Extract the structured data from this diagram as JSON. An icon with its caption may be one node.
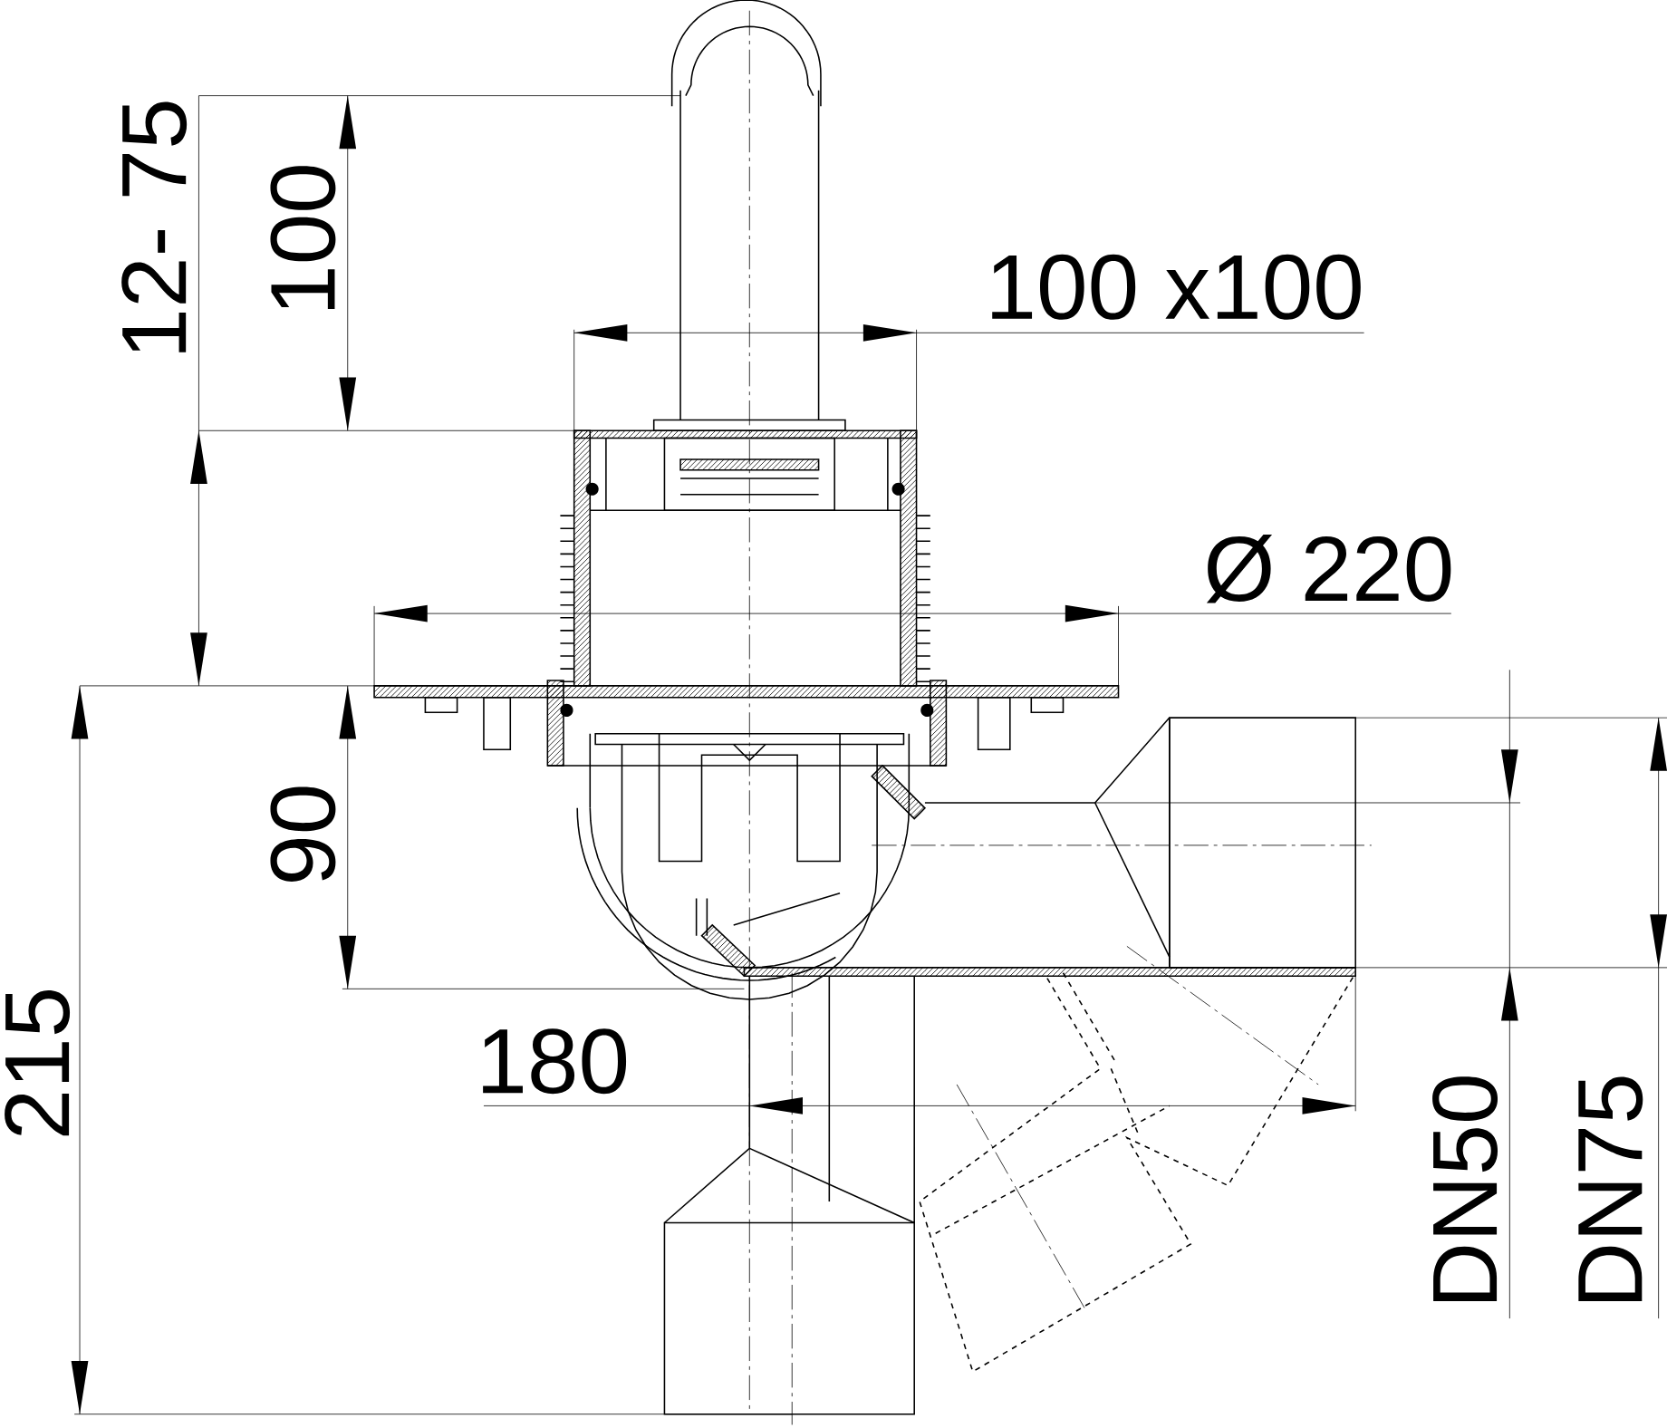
{
  "diagram": {
    "labels": [
      "12- 75",
      "100",
      "100 x100",
      "Ø 220",
      "90",
      "180",
      "215",
      "DN50",
      "DN75"
    ]
  }
}
